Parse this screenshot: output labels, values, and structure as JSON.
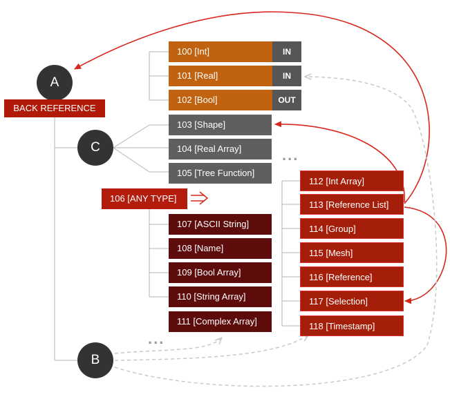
{
  "nodes": {
    "a": "A",
    "b": "B",
    "c": "C",
    "back_reference": "BACK REFERENCE"
  },
  "types": {
    "t100": "100 [Int]",
    "t101": "101 [Real]",
    "t102": "102 [Bool]",
    "t103": "103 [Shape]",
    "t104": "104 [Real Array]",
    "t105": "105 [Tree Function]",
    "t106": "106 [ANY TYPE]",
    "t107": "107 [ASCII String]",
    "t108": "108 [Name]",
    "t109": "109 [Bool Array]",
    "t110": "110 [String Array]",
    "t111": "111 [Complex Array]",
    "t112": "112 [Int Array]",
    "t113": "113 [Reference List]",
    "t114": "114 [Group]",
    "t115": "115 [Mesh]",
    "t116": "116 [Reference]",
    "t117": "117 [Selection]",
    "t118": "118 [Timestamp]"
  },
  "tags": {
    "t100": "IN",
    "t101": "IN",
    "t102": "OUT"
  },
  "ellipsis": "...",
  "colors": {
    "orange": "#c0620f",
    "gray": "#5f5f5f",
    "maroon": "#5e0b0b",
    "red": "#a51e0a",
    "arrow_red": "#d7261d",
    "dashed_gray": "#c8c8c8",
    "node": "#333333"
  }
}
